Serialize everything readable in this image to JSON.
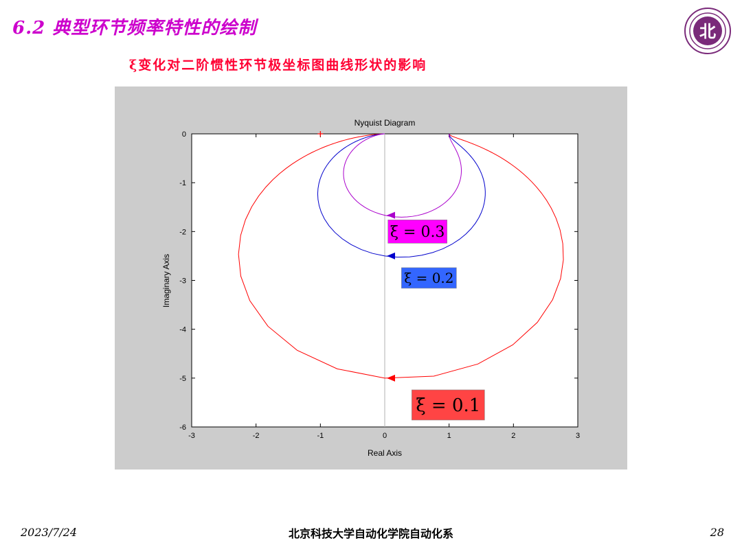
{
  "slide": {
    "title": "6.2 典型环节频率特性的绘制",
    "subtitle": "ξ变化对二阶惯性环节极坐标图曲线形状的影响",
    "logo_char": "北",
    "footer_date": "2023/7/24",
    "footer_org": "北京科技大学自动化学院自动化系",
    "page_number": "28"
  },
  "chart_data": {
    "type": "line",
    "title": "Nyquist Diagram",
    "xlabel": "Real Axis",
    "ylabel": "Imaginary Axis",
    "xlim": [
      -3,
      3
    ],
    "ylim": [
      -6,
      0
    ],
    "xticks": [
      -3,
      -2,
      -1,
      0,
      1,
      2,
      3
    ],
    "yticks": [
      0,
      -1,
      -2,
      -3,
      -4,
      -5,
      -6
    ],
    "xtick_labels": [
      "-3",
      "-2",
      "-1",
      "0",
      "1",
      "2",
      "3"
    ],
    "ytick_labels": [
      "0",
      "-1",
      "-2",
      "-3",
      "-4",
      "-5",
      "-6"
    ],
    "grid": false,
    "marker": {
      "x": -1,
      "y": 0,
      "symbol": "+",
      "color": "#ff0000"
    },
    "series": [
      {
        "name": "ξ = 0.1",
        "zeta": 0.1,
        "color": "#ff0000",
        "label_bg": "#ff4444",
        "label": "ξ = 0.1",
        "arrow_y": -5.0
      },
      {
        "name": "ξ = 0.2",
        "zeta": 0.2,
        "color": "#0000cc",
        "label_bg": "#3366ff",
        "label": "ξ = 0.2",
        "arrow_y": -2.5
      },
      {
        "name": "ξ = 0.3",
        "zeta": 0.3,
        "color": "#aa00cc",
        "label_bg": "#ff00ff",
        "label": "ξ = 0.3",
        "arrow_y": -1.72
      }
    ]
  }
}
